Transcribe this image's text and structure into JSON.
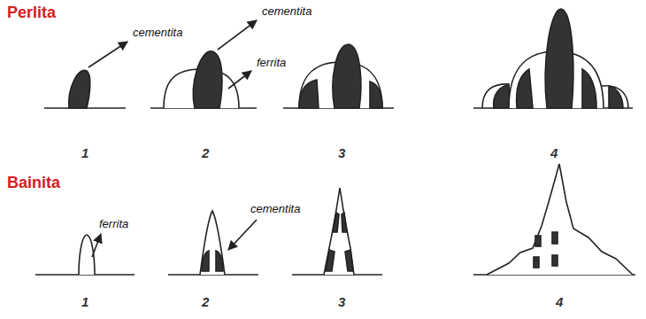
{
  "diagram": {
    "labels": [
      "Perlita",
      "cementita",
      "cementita",
      "ferrita",
      "1",
      "2",
      "3",
      "4",
      "Bainita",
      "ferrita",
      "cementita",
      "1",
      "2",
      "3",
      "4"
    ]
  }
}
